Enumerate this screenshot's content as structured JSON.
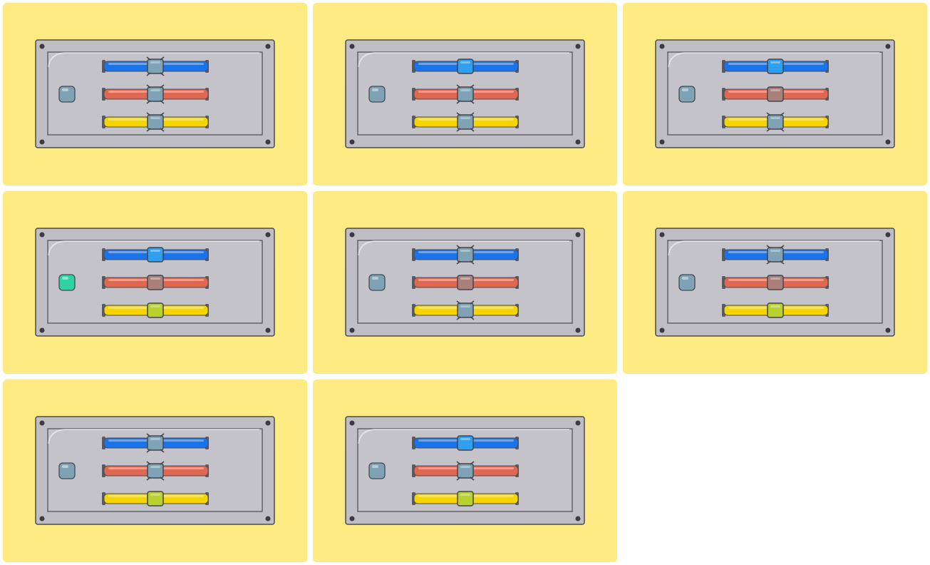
{
  "palette": {
    "background": "#ffeb84",
    "panel_outer": "#bfbec4",
    "panel_inner": "#c4c3c9",
    "panel_border": "#4a4a52",
    "screw": "#3a3a40",
    "indicator_off": "#7fa3b5",
    "indicator_on": "#2fd39f",
    "bar_blue": "#1a73e8",
    "bar_red": "#e06850",
    "bar_yellow": "#f5d400",
    "knob_neutral": "#7fa3b5",
    "knob_blue": "#2fa0f0",
    "knob_red": "#a9807a",
    "knob_yellow": "#b9d12f"
  },
  "tiles": [
    {
      "indicator": "off",
      "knobs": [
        "neutral",
        "neutral",
        "neutral"
      ],
      "caps": [
        true,
        true,
        true
      ]
    },
    {
      "indicator": "off",
      "knobs": [
        "blue",
        "neutral",
        "neutral"
      ],
      "caps": [
        false,
        true,
        true
      ]
    },
    {
      "indicator": "off",
      "knobs": [
        "blue",
        "red",
        "neutral"
      ],
      "caps": [
        false,
        false,
        true
      ]
    },
    {
      "indicator": "on",
      "knobs": [
        "blue",
        "red",
        "yellow"
      ],
      "caps": [
        false,
        false,
        false
      ]
    },
    {
      "indicator": "off",
      "knobs": [
        "neutral",
        "red",
        "neutral"
      ],
      "caps": [
        true,
        false,
        true
      ]
    },
    {
      "indicator": "off",
      "knobs": [
        "neutral",
        "red",
        "yellow"
      ],
      "caps": [
        true,
        false,
        false
      ]
    },
    {
      "indicator": "off",
      "knobs": [
        "neutral",
        "neutral",
        "yellow"
      ],
      "caps": [
        true,
        true,
        false
      ]
    },
    {
      "indicator": "off",
      "knobs": [
        "blue",
        "neutral",
        "yellow"
      ],
      "caps": [
        false,
        true,
        false
      ]
    }
  ]
}
